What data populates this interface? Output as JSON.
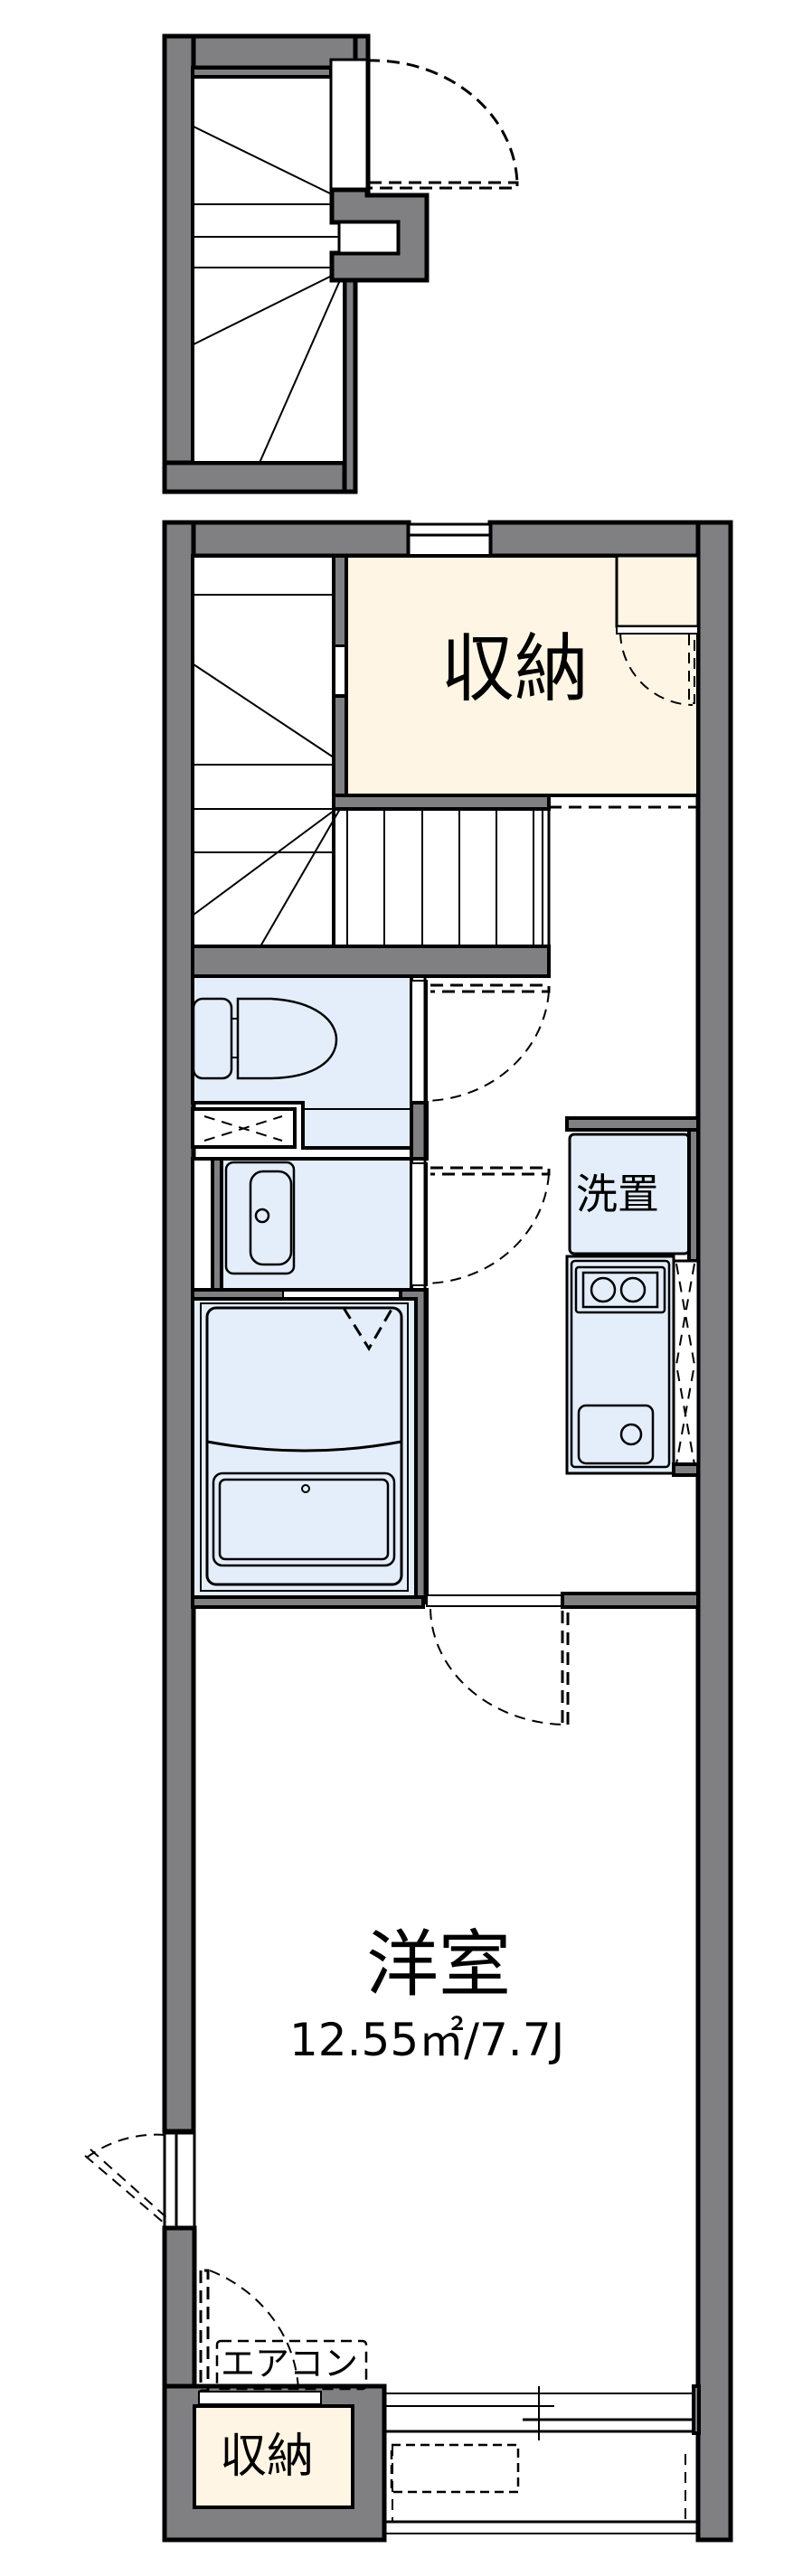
{
  "colors": {
    "wall": "#808083",
    "storage_fill": "#fff5e4",
    "wet_area_fill": "#e4eefb",
    "outline": "#000000",
    "background": "#ffffff"
  },
  "rooms": {
    "storage_upper": {
      "label": "収納"
    },
    "western_room": {
      "label": "洋室",
      "area": "12.55㎡/7.7J"
    },
    "washer_space": {
      "label": "洗置"
    },
    "aircon": {
      "label": "エアコン"
    },
    "storage_lower": {
      "label": "収納"
    }
  },
  "fixtures": [
    "stairs-upper",
    "stairs-lower",
    "toilet",
    "washbasin",
    "bathtub",
    "kitchen-stove-2-burner",
    "kitchen-sink",
    "washing-machine-space",
    "balcony"
  ]
}
